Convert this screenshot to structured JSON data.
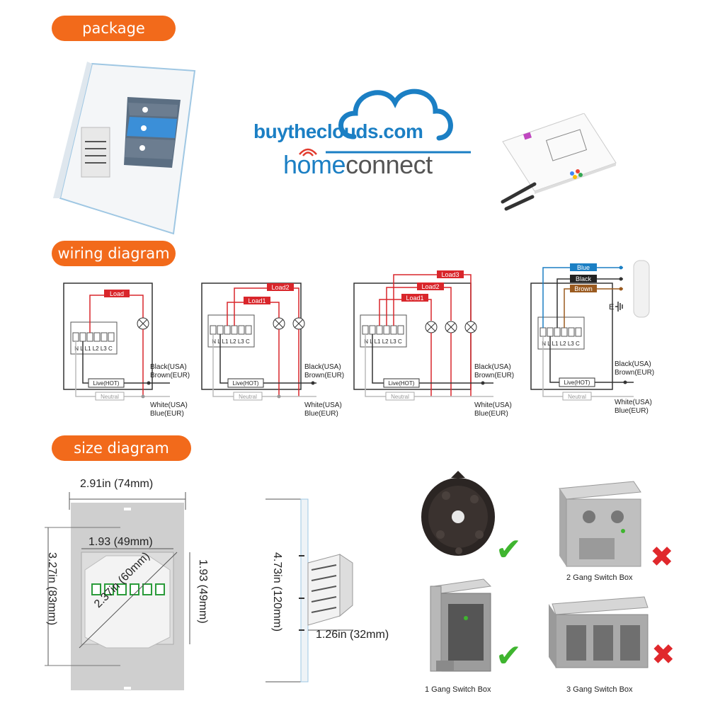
{
  "sections": {
    "package": "package",
    "wiring": "wiring diagram",
    "size": "size diagram"
  },
  "brand": {
    "site": "buytheclouds.com",
    "name_prefix": "h",
    "name_accent": "ome",
    "name_suffix": "connect",
    "color_blue": "#1b7fc4",
    "color_gray": "#555555"
  },
  "wiring": {
    "diagrams": [
      {
        "loads": [
          "Load"
        ],
        "live": "Live(HOT)",
        "neutral": "Neutral",
        "terminals": "N L L1 L2 L3 C"
      },
      {
        "loads": [
          "Load1",
          "Load2"
        ],
        "live": "Live(HOT)",
        "neutral": "Neutral",
        "terminals": "N L L1 L2 L3 C"
      },
      {
        "loads": [
          "Load1",
          "Load2",
          "Load3"
        ],
        "live": "Live(HOT)",
        "neutral": "Neutral",
        "terminals": "N L L1 L2 L3 C"
      },
      {
        "wires": [
          "Blue",
          "Black",
          "Brown"
        ],
        "earth": "E",
        "live": "Live(HOT)",
        "neutral": "Neutral",
        "terminals": "N L L1 L2 L3 C"
      }
    ],
    "hot_label_1": "Black(USA)",
    "hot_label_2": "Brown(EUR)",
    "neutral_label_1": "White(USA)",
    "neutral_label_2": "Blue(EUR)",
    "wire_color_red": "#d9262b",
    "wire_color_blue": "#1b7fc4",
    "wire_color_brown": "#9a5a1f"
  },
  "size": {
    "width": "2.91in (74mm)",
    "height": "3.27in (83mm)",
    "inner_width": "1.93 (49mm)",
    "inner_height": "1.93 (49mm)",
    "diagonal": "2.37in (60mm)",
    "side_height": "4.73in  (120mm)",
    "depth": "1.26in (32mm)"
  },
  "boxes": [
    {
      "caption": "",
      "ok": true
    },
    {
      "caption": "2 Gang Switch Box",
      "ok": false
    },
    {
      "caption": "1 Gang Switch Box",
      "ok": true
    },
    {
      "caption": "3 Gang Switch Box",
      "ok": false
    }
  ],
  "marks": {
    "check": "✔",
    "cross": "✖",
    "check_color": "#3fb52f",
    "cross_color": "#e0282c"
  }
}
